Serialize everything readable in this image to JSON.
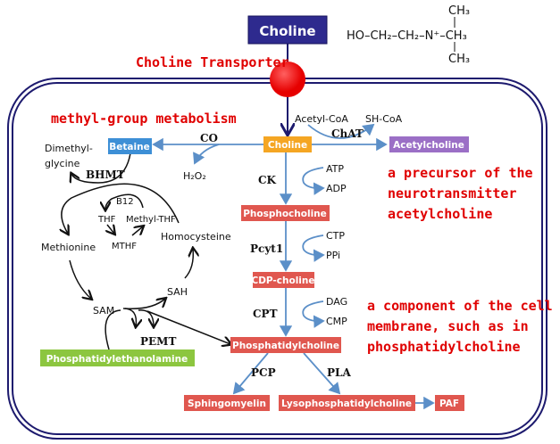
{
  "colors": {
    "membrane": "#1d1a6e",
    "transporter": "#ff1a1a",
    "choline_top": "#2e2a8e",
    "choline": "#f5a623",
    "betaine": "#3d8fd6",
    "acetylcholine": "#9b6fc6",
    "pc_path": "#e0574f",
    "pe": "#8cc63f",
    "annotation": "#e00000",
    "arrow_blue": "#5b8fc8"
  },
  "top": {
    "choline": "Choline",
    "transporter_label": "Choline Transporter",
    "formula": {
      "main": "HO–CH₂–CH₂–N⁺–CH₃",
      "top": "CH₃",
      "bottom": "CH₃"
    }
  },
  "boxes": {
    "choline": "Choline",
    "betaine": "Betaine",
    "acetylcholine": "Acetylcholine",
    "phosphocholine": "Phosphocholine",
    "cdp_choline": "CDP-choline",
    "phosphatidylcholine": "Phosphatidylcholine",
    "sphingomyelin": "Sphingomyelin",
    "lysopc": "Lysophosphatidylcholine",
    "paf": "PAF",
    "pe": "Phosphatidylethanolamine"
  },
  "enzymes": {
    "co": "CO",
    "chat": "ChAT",
    "ck": "CK",
    "pcyt1": "Pcyt1",
    "cpt": "CPT",
    "pcp": "PCP",
    "pla": "PLA",
    "bhmt": "BHMT",
    "pemt": "PEMT"
  },
  "cofactors": {
    "acetyl_coa": "Acetyl-CoA",
    "sh_coa": "SH-CoA",
    "h2o2": "H₂O₂",
    "atp": "ATP",
    "adp": "ADP",
    "ctp": "CTP",
    "ppi": "PPi",
    "dag": "DAG",
    "cmp": "CMP"
  },
  "methyl": {
    "title": "methyl-group metabolism",
    "dimethyl1": "Dimethyl-",
    "dimethyl2": "glycine",
    "b12": "B12",
    "thf": "THF",
    "methyl_thf": "Methyl-THF",
    "mthf": "MTHF",
    "methionine": "Methionine",
    "homocysteine": "Homocysteine",
    "sah": "SAH",
    "sam": "SAM"
  },
  "annotations": {
    "ach": [
      "a precursor of the",
      "neurotransmitter",
      "acetylcholine"
    ],
    "pc": [
      "a component of the cell",
      "membrane, such as in",
      "phosphatidylcholine"
    ]
  }
}
